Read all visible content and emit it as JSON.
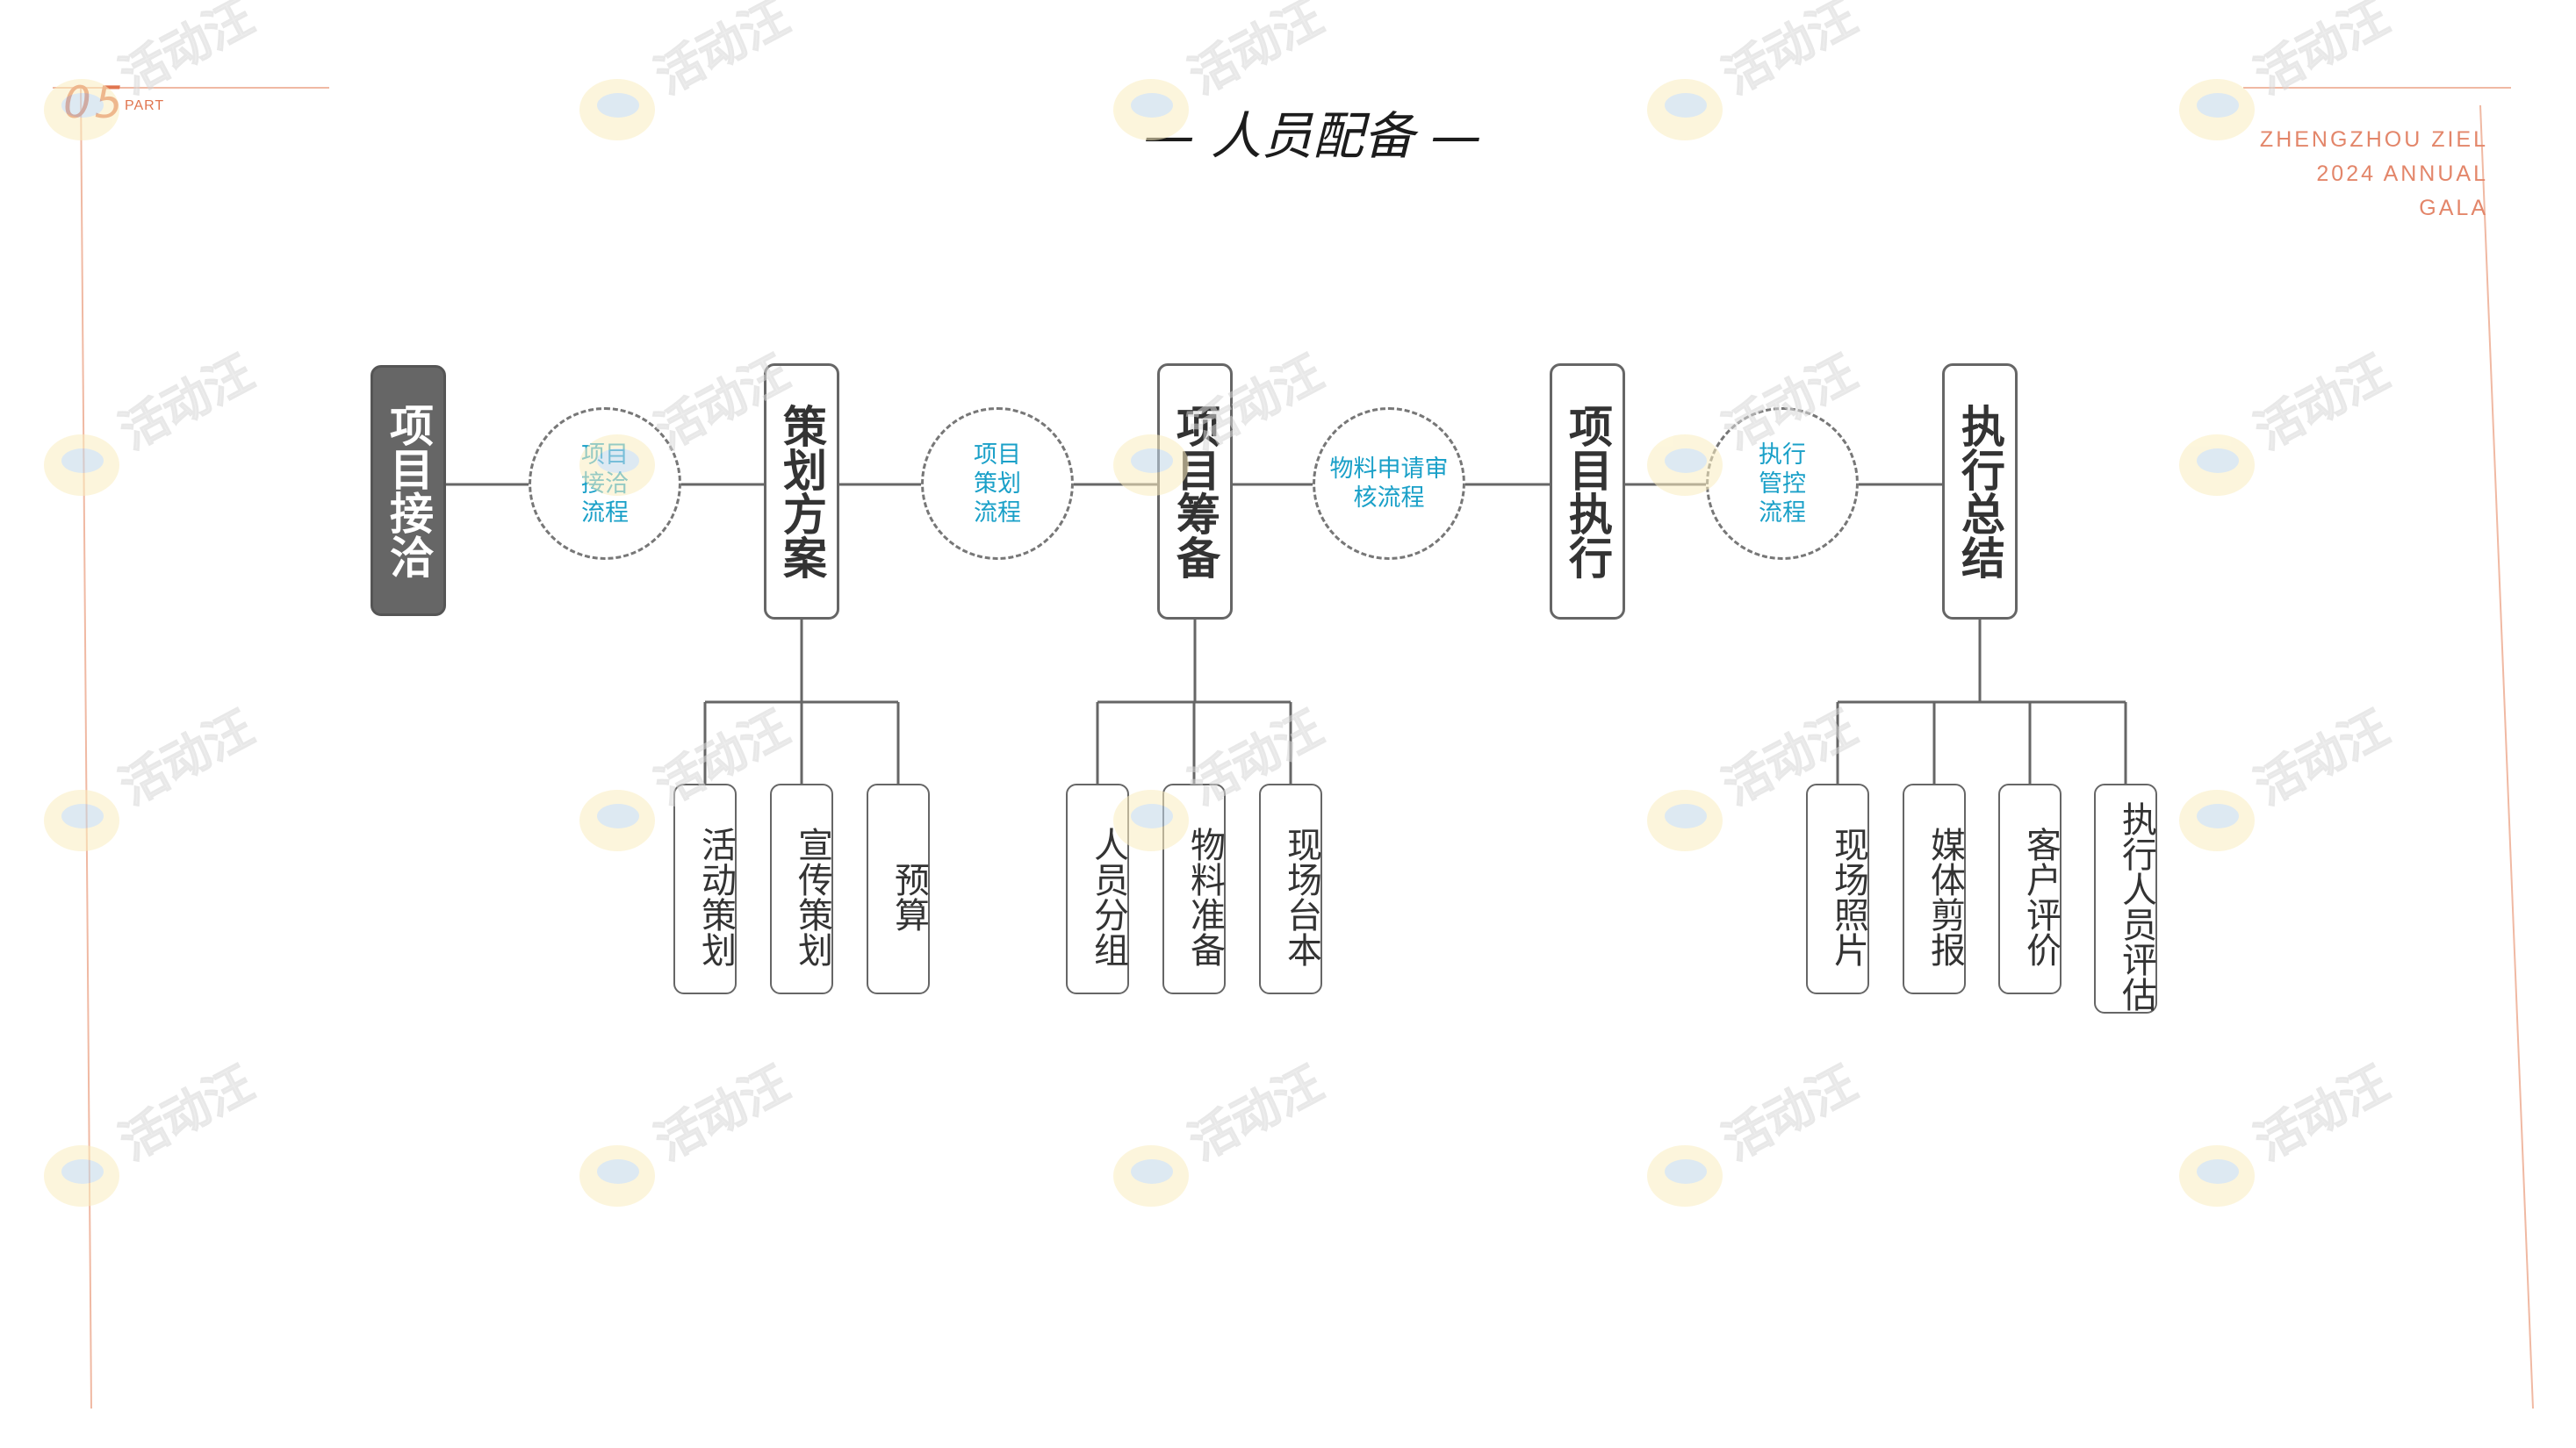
{
  "header": {
    "page_number": "05",
    "page_suffix": "PART",
    "title": "— 人员配备 —",
    "corner_lines": [
      "ZHENGZHOU ZIEL",
      "2024 ANNUAL",
      "GALA"
    ]
  },
  "flow": {
    "steps": [
      {
        "label": "项目接洽",
        "highlighted": true,
        "children": []
      },
      {
        "label": "策划方案",
        "highlighted": false,
        "children": [
          "活动策划",
          "宣传策划",
          "预算"
        ]
      },
      {
        "label": "项目筹备",
        "highlighted": false,
        "children": [
          "人员分组",
          "物料准备",
          "现场台本"
        ]
      },
      {
        "label": "项目执行",
        "highlighted": false,
        "children": []
      },
      {
        "label": "执行总结",
        "highlighted": false,
        "children": [
          "现场照片",
          "媒体剪报",
          "客户评价",
          "执行人员评估"
        ]
      }
    ],
    "connectors": [
      [
        "项目",
        "接洽",
        "流程"
      ],
      [
        "项目",
        "策划",
        "流程"
      ],
      [
        "物料申请审",
        "核流程"
      ],
      [
        "执行",
        "管控",
        "流程"
      ]
    ]
  },
  "watermark": {
    "text": "活动汪"
  },
  "colors": {
    "accent": "#e0754f",
    "connector_text": "#1aa0c8",
    "highlight_box": "#666666",
    "line": "#666666"
  }
}
